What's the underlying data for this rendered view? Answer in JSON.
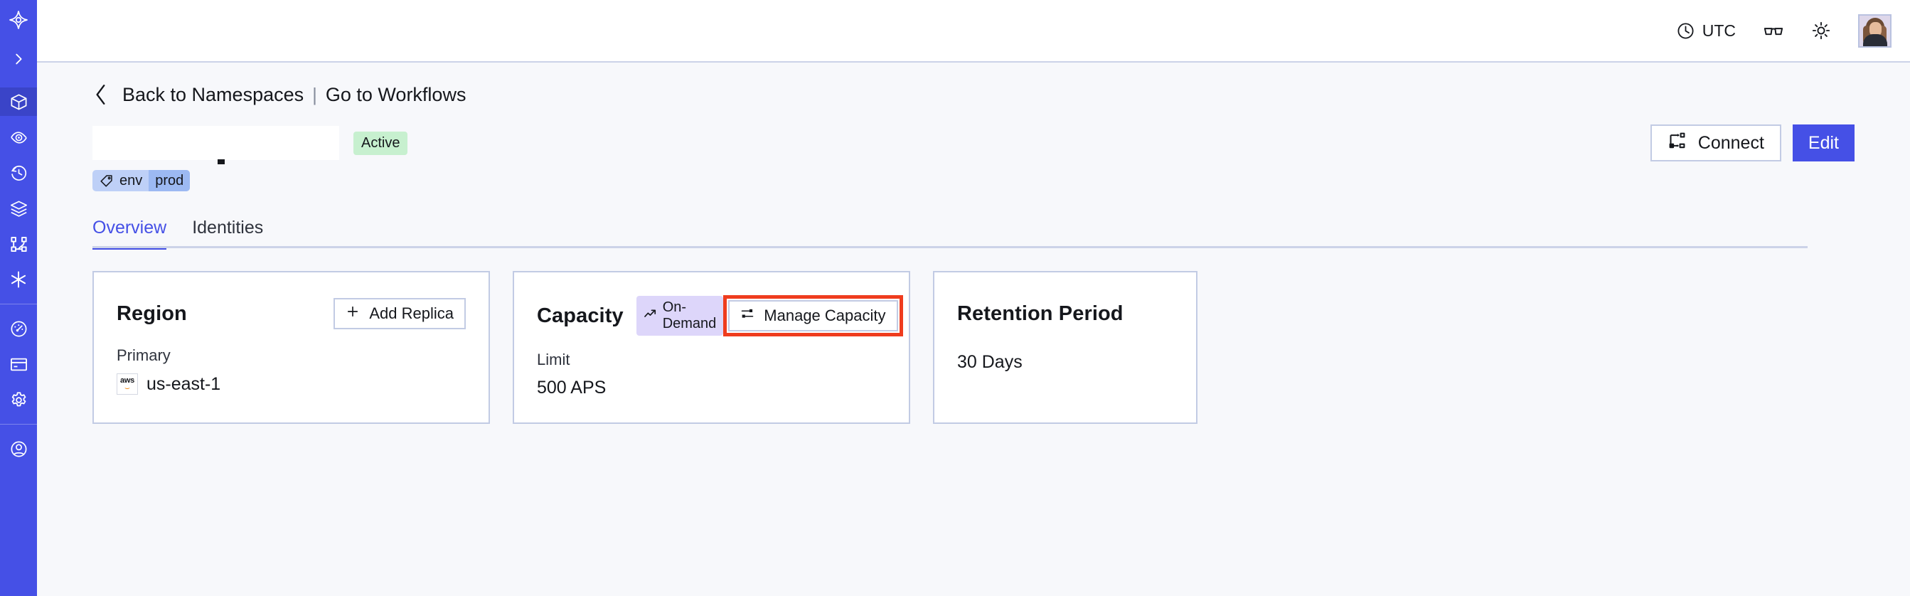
{
  "sidebar": {
    "items": [
      {
        "name": "logo",
        "icon": "temporal-logo-icon",
        "active": false
      },
      {
        "name": "expand",
        "icon": "chevron-right-icon",
        "active": false
      },
      {
        "name": "namespaces",
        "icon": "cube-icon",
        "active": true
      },
      {
        "name": "observability",
        "icon": "eye-icon",
        "active": false
      },
      {
        "name": "schedules",
        "icon": "clock-rewind-icon",
        "active": false
      },
      {
        "name": "layers",
        "icon": "layers-icon",
        "active": false
      },
      {
        "name": "workflows",
        "icon": "node-graph-icon",
        "active": false
      },
      {
        "name": "nexus",
        "icon": "asterisk-icon",
        "active": false
      },
      {
        "name": "usage",
        "icon": "gauge-icon",
        "active": false
      },
      {
        "name": "billing",
        "icon": "credit-card-icon",
        "active": false
      },
      {
        "name": "settings",
        "icon": "gear-icon",
        "active": false
      },
      {
        "name": "account",
        "icon": "user-circle-icon",
        "active": false
      }
    ]
  },
  "topbar": {
    "timezone_label": "UTC",
    "timezone_icon": "clock-icon",
    "glasses_icon": "glasses-icon",
    "theme_icon": "sun-icon",
    "avatar_icon": "user-avatar"
  },
  "breadcrumb": {
    "back_icon": "chevron-left-icon",
    "back_label": "Back to Namespaces",
    "separator": "|",
    "forward_label": "Go to Workflows"
  },
  "header": {
    "namespace_name": "",
    "status_badge": "Active",
    "connect_label": "Connect",
    "connect_icon": "connect-nodes-icon",
    "edit_label": "Edit"
  },
  "tag": {
    "icon": "tag-icon",
    "key": "env",
    "value": "prod"
  },
  "tabs": [
    {
      "label": "Overview",
      "active": true
    },
    {
      "label": "Identities",
      "active": false
    }
  ],
  "cards": {
    "region": {
      "title": "Region",
      "action_label": "Add Replica",
      "action_icon": "plus-icon",
      "label": "Primary",
      "provider_icon": "aws-logo",
      "provider_text": "aws",
      "value": "us-east-1"
    },
    "capacity": {
      "title": "Capacity",
      "badge_label": "On-Demand",
      "badge_icon": "trend-up-icon",
      "action_label": "Manage Capacity",
      "action_icon": "sliders-icon",
      "action_highlighted": true,
      "label": "Limit",
      "value": "500 APS"
    },
    "retention": {
      "title": "Retention Period",
      "value": "30 Days"
    }
  },
  "colors": {
    "sidebar": "#4550e6",
    "accent": "#4550e6",
    "page_bg": "#f7f8fb",
    "status_active_bg": "#c7f0cf",
    "badge_ondemand_bg": "#ddd6fa",
    "tag_bg": "#bed0f7",
    "tag_value_bg": "#9cb9f2",
    "highlight_outline": "#ef3c1e",
    "card_border": "#c2cbe4"
  }
}
